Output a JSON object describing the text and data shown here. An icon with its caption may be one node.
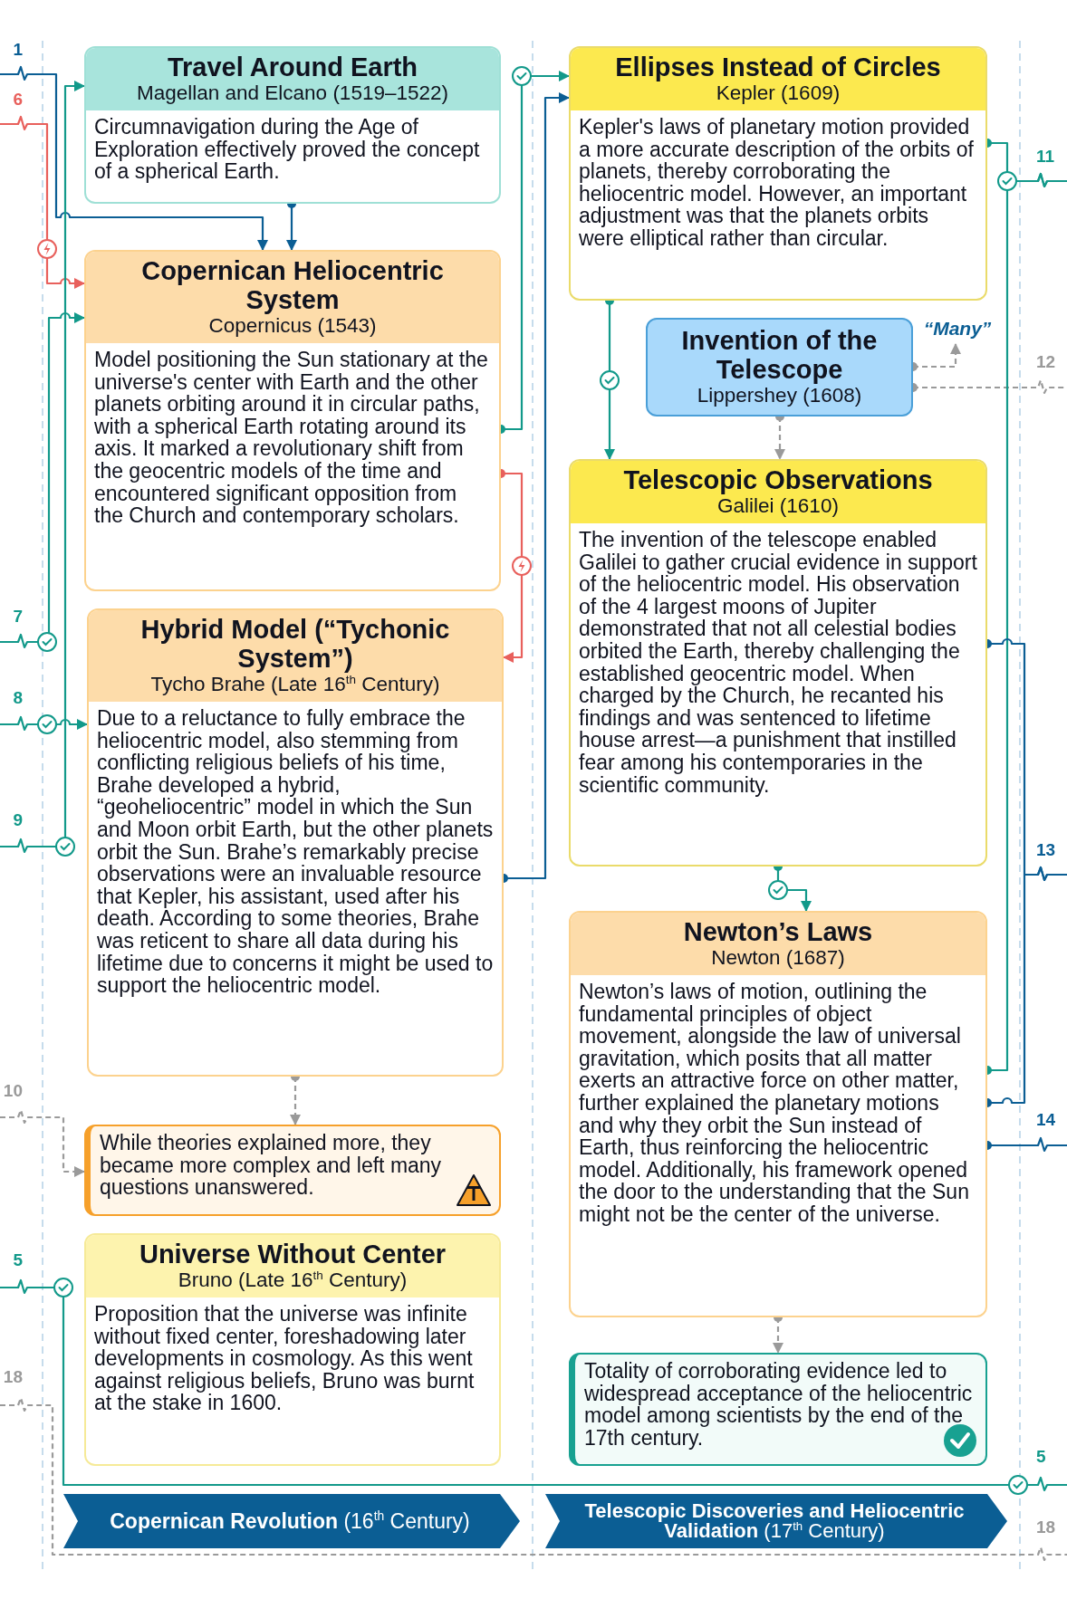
{
  "diagram": {
    "nodes": [
      {
        "text": [
          "Travel Around Earth",
          "Magellan and Elcano (1519–1522)",
          "Circumnavigation during the Age of Exploration effectively proved the concept of a spherical Earth."
        ]
      },
      {
        "text": [
          "Copernican Heliocentric System",
          "Copernicus (1543)",
          "Model positioning the Sun stationary at the universe's center with Earth and the other planets orbiting around it in circular paths, with a spherical Earth rotating around its axis. It marked a revolutionary shift from the geocentric models of the time and encountered significant opposition from the Church and contemporary scholars."
        ]
      },
      {
        "text": [
          "Hybrid Model (“Tychonic System”)",
          "Tycho Brahe (Late 16$^{th}$ Century)",
          "Due to a reluctance to fully embrace the heliocentric model, also stemming from conflicting religious beliefs of his time, Brahe developed a hybrid, “geoheliocentric” model in which the Sun and Moon orbit Earth, but the other planets orbit the Sun. Brahe’s remarkably precise observations were an invaluable resource that Kepler, his assistant, used after his death. According to some theories, Brahe was reticent to share all data during his lifetime due to concerns it might be used to support the heliocentric model."
        ]
      },
      {
        "text": [
          "While theories explained more, they became more complex and left many questions unanswered."
        ]
      },
      {
        "text": [
          "Universe Without Center",
          "Bruno (Late 16$^{th}$ Century)",
          "Proposition that the universe was infinite without fixed center, foreshadowing later developments in cosmology. As this went against religious beliefs, Bruno was burnt at the stake in 1600."
        ]
      },
      {
        "text": [
          "Ellipses Instead of Circles",
          "Kepler (1609)",
          "Kepler's laws of planetary motion provided a more accurate description of the orbits of planets, thereby corroborating the heliocentric model. However, an important adjustment was that the planets orbits were elliptical rather than circular."
        ]
      },
      {
        "text": [
          "Invention of the Telescope",
          "Lippershey (1608)"
        ]
      },
      {
        "text": [
          "Telescopic Observations",
          "Galilei (1610)",
          "The invention of the telescope enabled Galilei to gather crucial evidence in support of the heliocentric model. His observation of the 4 largest moons of Jupiter demonstrated that not all celestial bodies orbited the Earth, thereby challenging the established geocentric model. When charged by the Church, he recanted his findings and was sentenced to lifetime house arrest—a punishment that instilled fear among his contemporaries in the scientific community."
        ]
      },
      {
        "text": [
          "Newton’s Laws",
          "Newton (1687)",
          "Newton’s laws of motion, outlining the fundamental principles of object movement, alongside the law of universal gravitation, which posits that all matter exerts an attractive force on other matter, further explained the planetary motions and why they orbit the Sun instead of Earth, thus reinforcing the heliocentric model. Additionally, his framework opened the door to the understanding that the Sun might not be the center of the universe."
        ]
      },
      {
        "text": [
          "Totality of corroborating evidence led to widespread acceptance of the heliocentric model among scientists by the end of the 17th century."
        ]
      },
      {
        "text": [
          "**Copernican Revolution** (16$^{th}$ Century)"
        ]
      },
      {
        "text": [
          "**Telescopic Discoveries and Heliocentric Validation** (17$^{th}$ Century)"
        ]
      },
      {
        "text": [
          "“Many”"
        ]
      },
      {
        "text": [
          "1"
        ]
      },
      {
        "text": [
          "6"
        ]
      },
      {
        "text": [
          "7"
        ]
      },
      {
        "text": [
          "8"
        ]
      },
      {
        "text": [
          "9"
        ]
      },
      {
        "text": [
          "10"
        ]
      },
      {
        "text": [
          "5"
        ]
      },
      {
        "text": [
          "18"
        ]
      },
      {
        "text": [
          "11"
        ]
      },
      {
        "text": [
          "12"
        ]
      },
      {
        "text": [
          "13"
        ]
      },
      {
        "text": [
          "14"
        ]
      },
      {
        "text": [
          "5"
        ]
      },
      {
        "text": [
          "18"
        ]
      }
    ],
    "edges": [
      {
        "from": 13,
        "to": 1,
        "arrow": "to",
        "color": "#0b5e94"
      },
      {
        "from": 0,
        "to": 1,
        "arrow": "to",
        "color": "#0b5e94"
      },
      {
        "from": 14,
        "to": 1,
        "arrow": "to",
        "color": "#e8605c"
      },
      {
        "from": 15,
        "to": 1,
        "arrow": "to"
      },
      {
        "from": 16,
        "to": 2,
        "arrow": "to"
      },
      {
        "from": 17,
        "to": 0,
        "arrow": "to"
      },
      {
        "from": 1,
        "to": 5,
        "arrow": "to"
      },
      {
        "from": 1,
        "to": 2,
        "arrow": "to",
        "color": "#e8605c"
      },
      {
        "from": 2,
        "to": 5,
        "arrow": "to",
        "color": "#0b5e94"
      },
      {
        "from": 2,
        "to": 3,
        "arrow": "to",
        "style": "dashed",
        "color": "#9a9a9a"
      },
      {
        "from": 18,
        "to": 3,
        "arrow": "to",
        "style": "dashed",
        "color": "#9a9a9a"
      },
      {
        "from": 19,
        "to": 25,
        "arrow": "none"
      },
      {
        "from": 20,
        "to": 26,
        "arrow": "none",
        "style": "dashed",
        "color": "#9a9a9a"
      },
      {
        "from": 6,
        "to": 12,
        "arrow": "to",
        "style": "dashed",
        "color": "#9a9a9a"
      },
      {
        "from": 6,
        "to": 22,
        "arrow": "other",
        "style": "dashed",
        "color": "#9a9a9a"
      },
      {
        "from": 6,
        "to": 7,
        "arrow": "to",
        "style": "dashed",
        "color": "#9a9a9a"
      },
      {
        "from": 5,
        "to": 7,
        "arrow": "to"
      },
      {
        "from": 7,
        "to": 8,
        "arrow": "to"
      },
      {
        "from": 8,
        "to": 9,
        "arrow": "to",
        "style": "dashed",
        "color": "#9a9a9a"
      },
      {
        "from": 5,
        "to": 21,
        "arrow": "other"
      },
      {
        "from": 8,
        "to": 21,
        "arrow": "other"
      },
      {
        "from": 7,
        "to": 23,
        "arrow": "other",
        "color": "#0b5e94"
      },
      {
        "from": 8,
        "to": 23,
        "arrow": "other",
        "color": "#0b5e94"
      },
      {
        "from": 8,
        "to": 24,
        "arrow": "other",
        "color": "#0b5e94"
      }
    ]
  }
}
